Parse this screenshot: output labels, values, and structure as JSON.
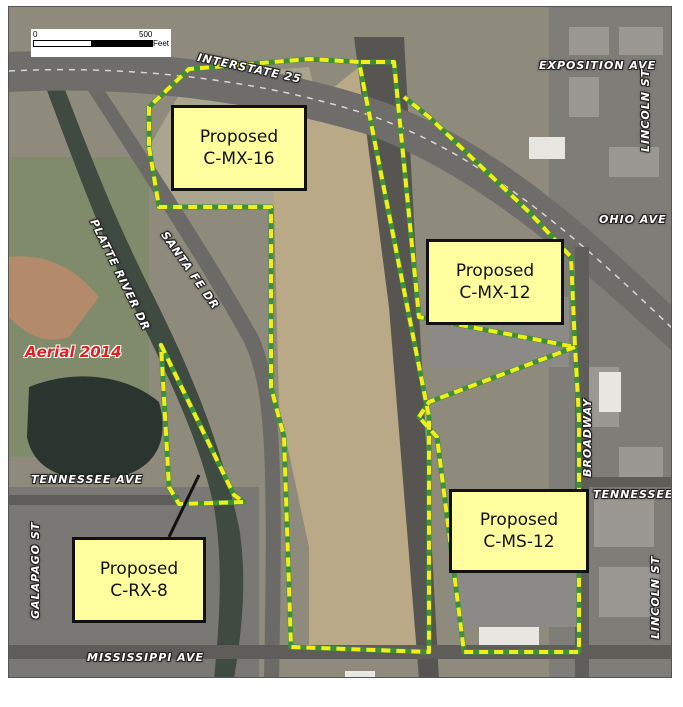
{
  "map": {
    "aerial_label": "Aerial 2014",
    "scale": {
      "start": "0",
      "end": "500",
      "unit": "Feet"
    },
    "zones": [
      {
        "line1": "Proposed",
        "line2": "C-MX-16"
      },
      {
        "line1": "Proposed",
        "line2": "C-MX-12"
      },
      {
        "line1": "Proposed",
        "line2": "C-MS-12"
      },
      {
        "line1": "Proposed",
        "line2": "C-RX-8"
      }
    ],
    "streets": {
      "interstate": "INTERSTATE 25",
      "exposition": "EXPOSITION AVE",
      "lincoln_north": "LINCOLN ST",
      "ohio": "OHIO AVE",
      "santa_fe": "SANTA FE DR",
      "platte_river": "PLATTE RIVER DR",
      "broadway": "BROADWAY",
      "tennessee_west": "TENNESSEE AVE",
      "tennessee_east": "TENNESSEE",
      "galapago": "GALAPAGO ST",
      "lincoln_south": "LINCOLN ST",
      "mississippi": "MISSISSIPPI AVE"
    },
    "colors": {
      "boundary_dash": "#f2ee1a",
      "boundary_line": "#3f8f3a",
      "label_fill": "#fffe9e",
      "aerial_text": "#e02020"
    }
  }
}
